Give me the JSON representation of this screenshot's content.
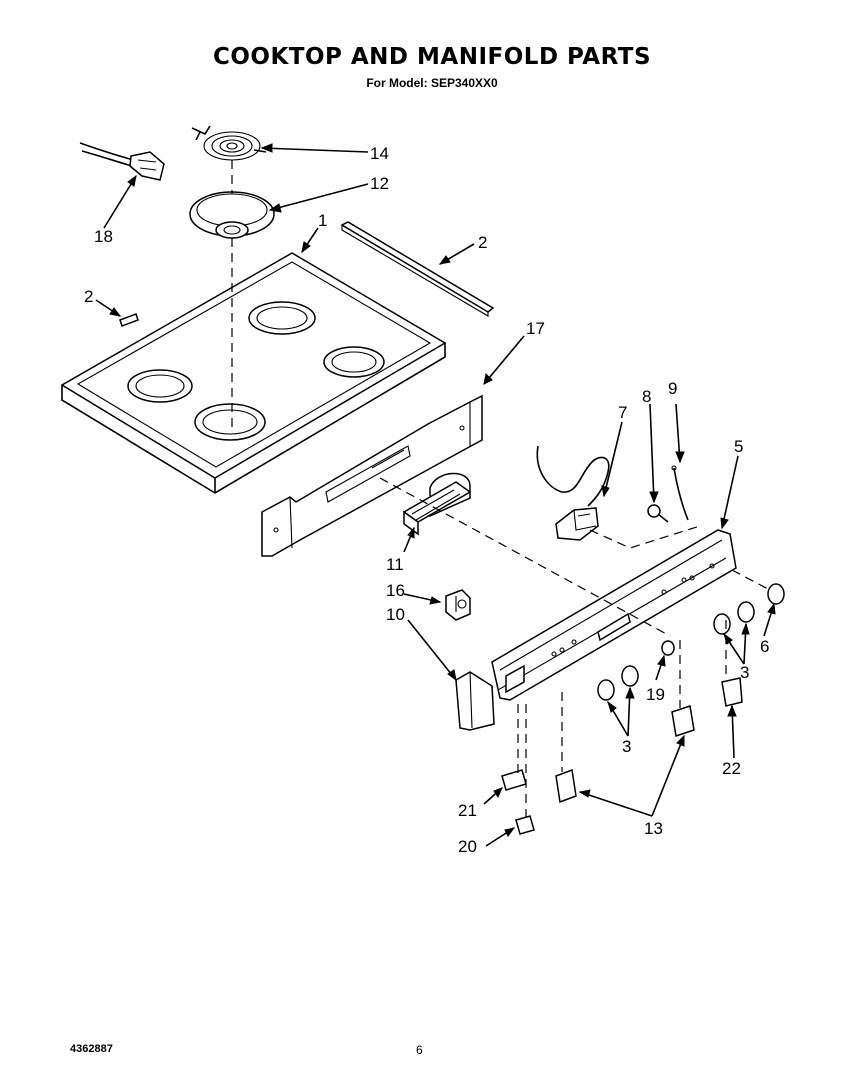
{
  "header": {
    "title": "COOKTOP AND MANIFOLD PARTS",
    "subtitle": "For Model: SEP340XX0"
  },
  "footer": {
    "document_number": "4362887",
    "page_number": "6"
  },
  "callouts": {
    "c14": "14",
    "c12": "12",
    "c18": "18",
    "c1": "1",
    "c2a": "2",
    "c2b": "2",
    "c17": "17",
    "c7": "7",
    "c8": "8",
    "c9": "9",
    "c5": "5",
    "c11": "11",
    "c16": "16",
    "c10": "10",
    "c6": "6",
    "c3a": "3",
    "c3b": "3",
    "c19": "19",
    "c22": "22",
    "c21": "21",
    "c13": "13",
    "c20": "20"
  }
}
